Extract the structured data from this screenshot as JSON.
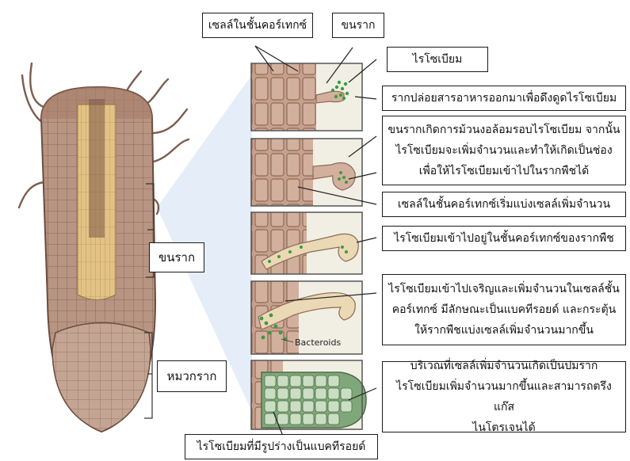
{
  "labels": {
    "cortex_cells": "เซลล์ในชั้นคอร์เทกซ์",
    "root_hair_top": "ขนราก",
    "rhizobium": "ไรโซเบียม",
    "step1": "รากปล่อยสารอาหารออกมาเพื่อดึงดูดไรโซเบียม",
    "step2": [
      "ขนรากเกิดการม้วนงอล้อมรอบไรโซเบียม  จากนั้น",
      "ไรโซเบียมจะเพิ่มจำนวนและทำให้เกิดเป็นช่อง",
      "เพื่อให้ไรโซเบียมเข้าไปในรากพืชได้"
    ],
    "step2b": "เซลล์ในชั้นคอร์เทกซ์เริ่มแบ่งเซลล์เพิ่มจำนวน",
    "step3": "ไรโซเบียมเข้าไปอยู่ในชั้นคอร์เทกซ์ของรากพืช",
    "step4": [
      "ไรโซเบียมเข้าไปเจริญและเพิ่มจำนวนในเซลล์ชั้น",
      "คอร์เทกซ์ มีลักษณะเป็นแบคทีรอยด์  และกระตุ้น",
      "ให้รากพืชแบ่งเซลล์เพิ่มจำนวนมากขึ้น"
    ],
    "step5": [
      "บริเวณที่เซลล์เพิ่มจำนวนเกิดเป็นปมราก",
      "ไรโซเบียมเพิ่มจำนวนมากขึ้นและสามารถตรึงแก๊ส",
      "ไนโตรเจนได้"
    ],
    "root_hair_side": "ขนราก",
    "root_cap": "หมวกราก",
    "bacteroid_label": "ไรโซเบียมที่มีรูปร่างเป็นแบคทีรอยด์",
    "bacteroids": "Bacteroids"
  },
  "colors": {
    "root_fill": "#b89482",
    "root_stele": "#e3c285",
    "panel_bg": "#f1efe3",
    "cell": "#c09a87",
    "bacteria": "#3f9a45",
    "guide": "#b8d2ec"
  }
}
